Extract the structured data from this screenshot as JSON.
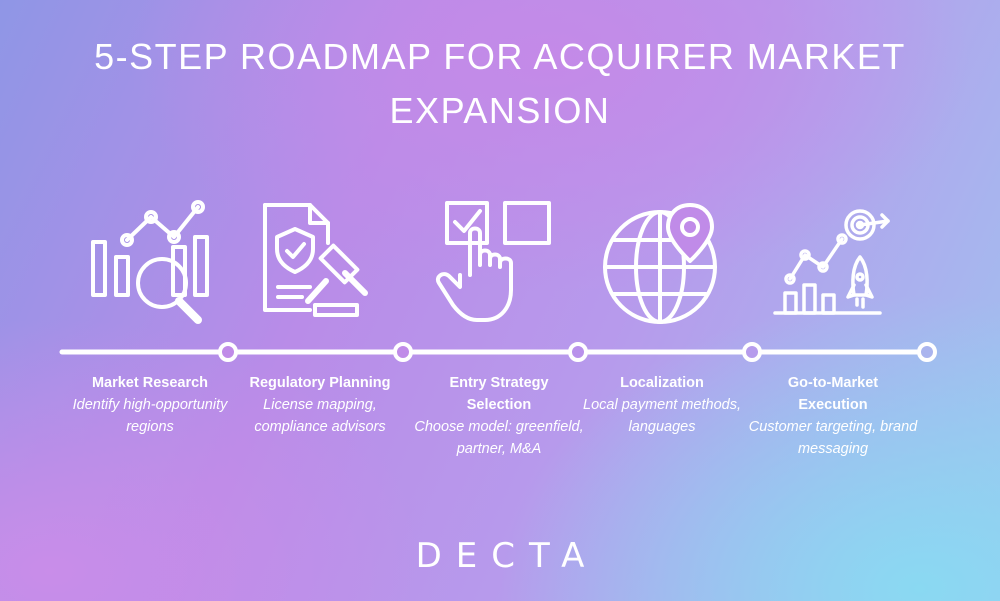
{
  "title": "5-STEP ROADMAP FOR ACQUIRER MARKET EXPANSION",
  "colors": {
    "stroke": "#ffffff"
  },
  "steps": [
    {
      "title": "Market Research",
      "description": "Identify high-opportunity regions",
      "icon": "chart-magnifier-icon"
    },
    {
      "title": "Regulatory Planning",
      "description": "License mapping, compliance advisors",
      "icon": "document-gavel-icon"
    },
    {
      "title": "Entry Strategy Selection",
      "description": "Choose model: greenfield, partner, M&A",
      "icon": "checkbox-hand-icon"
    },
    {
      "title": "Localization",
      "description": "Local payment methods, languages",
      "icon": "globe-pin-icon"
    },
    {
      "title": "Go-to-Market Execution",
      "description": "Customer targeting, brand messaging",
      "icon": "rocket-target-icon"
    }
  ],
  "logo": "DECTA"
}
